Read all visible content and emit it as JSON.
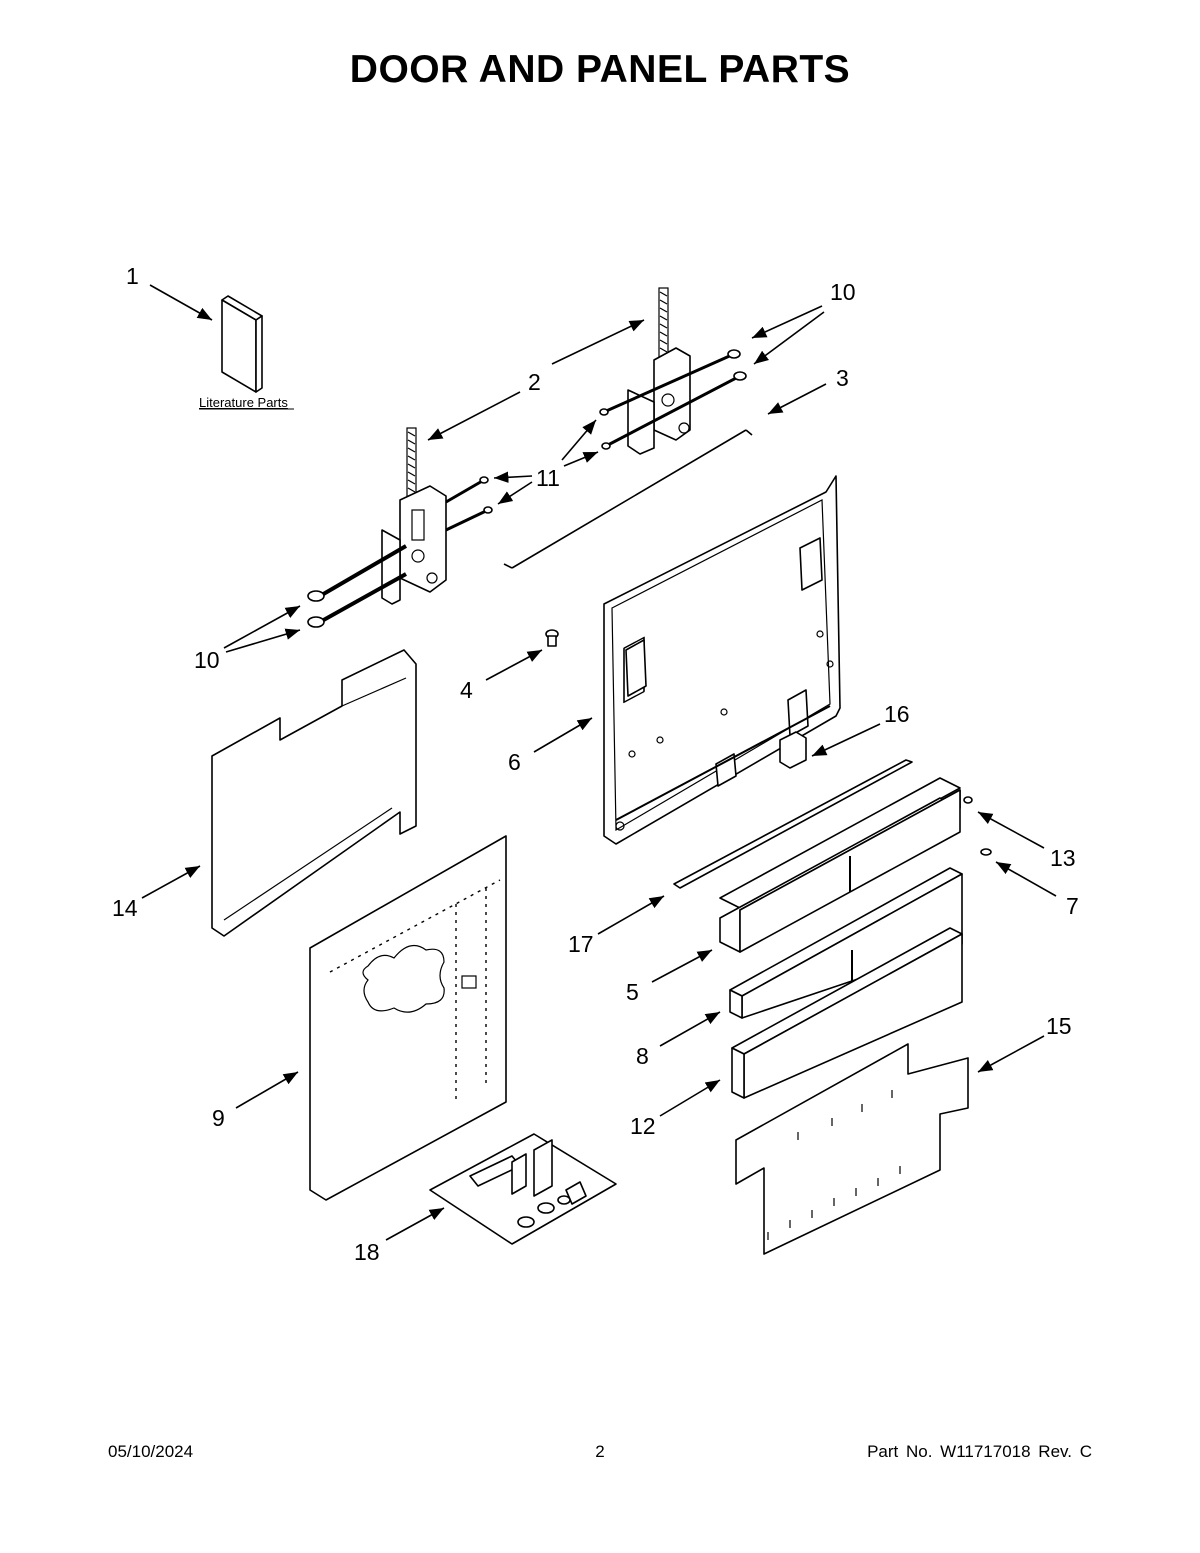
{
  "title": "DOOR AND PANEL PARTS",
  "literature_label": "Literature Parts",
  "footer": {
    "date": "05/10/2024",
    "page": "2",
    "part": "Part No.  W11717018  Rev.  C"
  },
  "callouts": {
    "c1": "1",
    "c2": "2",
    "c3": "3",
    "c4": "4",
    "c5": "5",
    "c6": "6",
    "c7": "7",
    "c8": "8",
    "c9": "9",
    "c10a": "10",
    "c10b": "10",
    "c11": "11",
    "c12": "12",
    "c13": "13",
    "c14": "14",
    "c15": "15",
    "c16": "16",
    "c17": "17",
    "c18": "18"
  }
}
